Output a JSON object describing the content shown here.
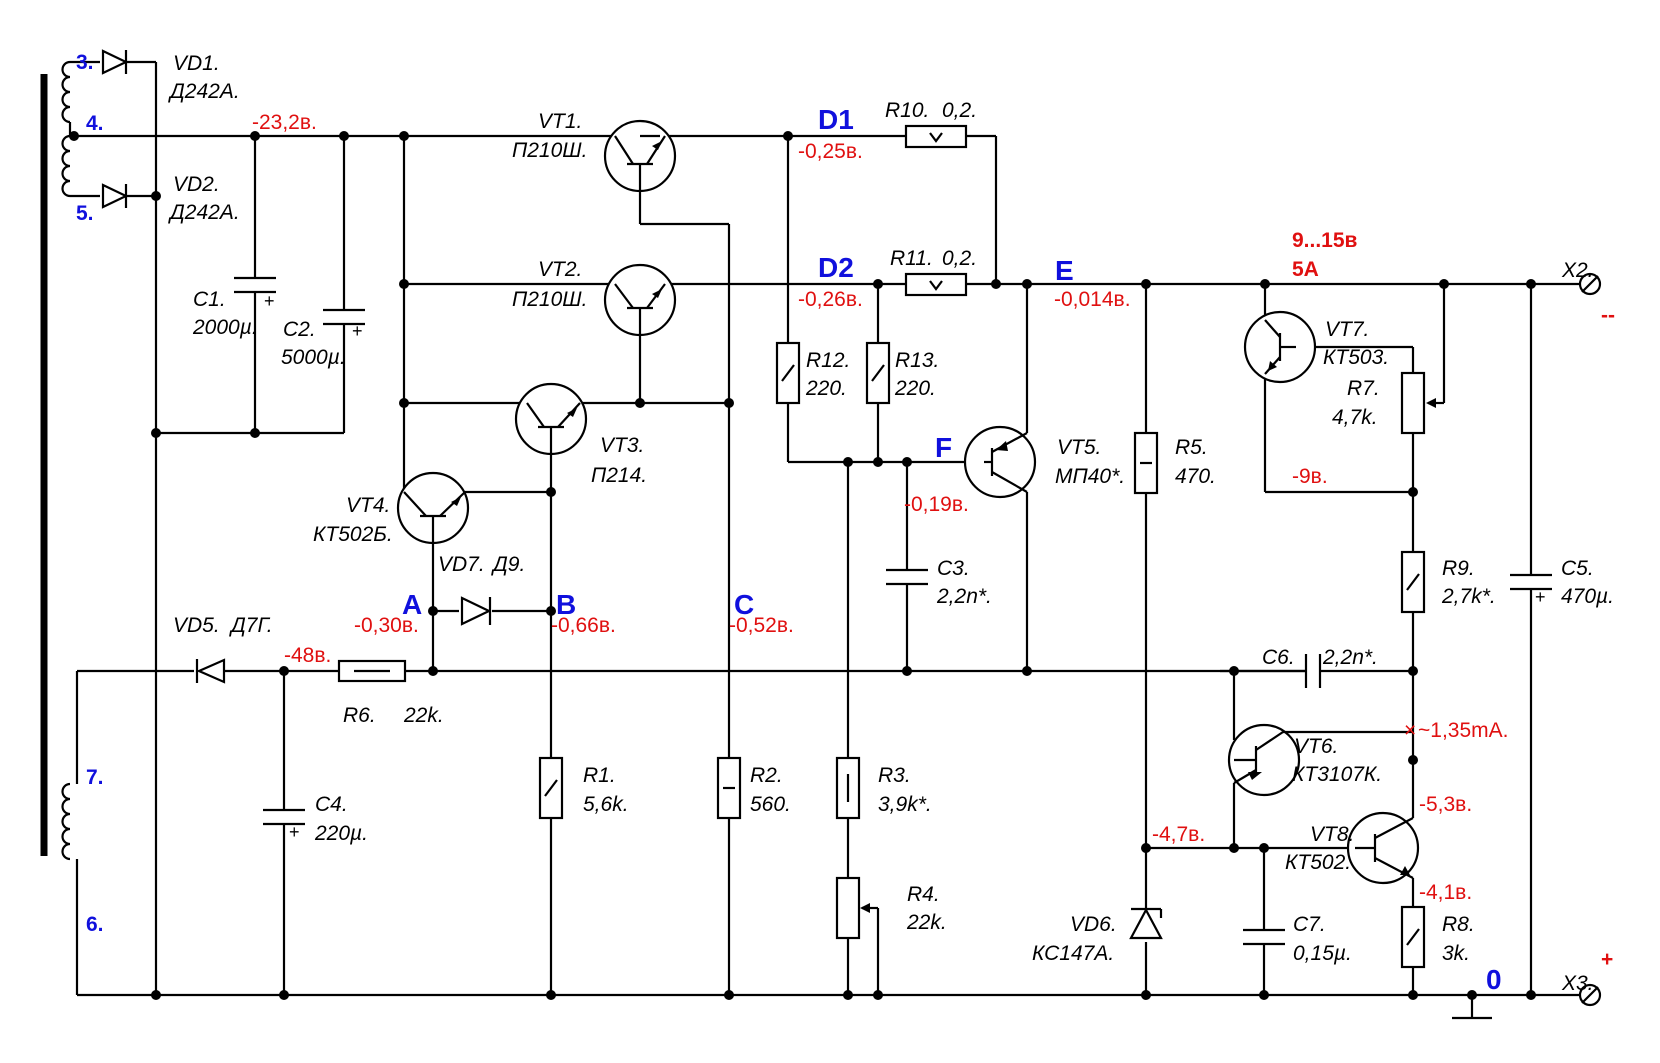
{
  "transformer": {
    "pin3": "3.",
    "pin4": "4.",
    "pin5": "5.",
    "pin7": "7.",
    "pin6": "6."
  },
  "components": {
    "VD1": [
      "VD1.",
      "Д242А."
    ],
    "VD2": [
      "VD2.",
      "Д242А."
    ],
    "VD5": [
      "VD5.",
      "Д7Г."
    ],
    "VD6": [
      "VD6.",
      "КС147А."
    ],
    "VD7": [
      "VD7.",
      "Д9."
    ],
    "C1": [
      "C1.",
      "2000µ."
    ],
    "C2": [
      "C2.",
      "5000µ."
    ],
    "C3": [
      "C3.",
      "2,2n*."
    ],
    "C4": [
      "C4.",
      "220µ."
    ],
    "C5": [
      "C5.",
      "470µ."
    ],
    "C6": [
      "C6.",
      "2,2n*."
    ],
    "C7": [
      "C7.",
      "0,15µ."
    ],
    "VT1": [
      "VT1.",
      "П210Ш."
    ],
    "VT2": [
      "VT2.",
      "П210Ш."
    ],
    "VT3": [
      "VT3.",
      "П214."
    ],
    "VT4": [
      "VT4.",
      "КТ502Б."
    ],
    "VT5": [
      "VT5.",
      "МП40*."
    ],
    "VT6": [
      "VT6.",
      "КТ3107К."
    ],
    "VT7": [
      "VT7.",
      "КТ503."
    ],
    "VT8": [
      "VT8.",
      "КТ502."
    ],
    "R1": [
      "R1.",
      "5,6k."
    ],
    "R2": [
      "R2.",
      "560."
    ],
    "R3": [
      "R3.",
      "3,9k*."
    ],
    "R4": [
      "R4.",
      "22k."
    ],
    "R5": [
      "R5.",
      "470."
    ],
    "R6": [
      "R6.",
      "22k."
    ],
    "R7": [
      "R7.",
      "4,7k."
    ],
    "R8": [
      "R8.",
      "3k."
    ],
    "R9": [
      "R9.",
      "2,7k*."
    ],
    "R10": [
      "R10.",
      "0,2."
    ],
    "R11": [
      "R11.",
      "0,2."
    ],
    "R12": [
      "R12.",
      "220."
    ],
    "R13": [
      "R13.",
      "220."
    ]
  },
  "nodes": {
    "A": "A",
    "B": "B",
    "C": "C",
    "D1": "D1",
    "D2": "D2",
    "E": "E",
    "F": "F",
    "zero": "0"
  },
  "voltages": {
    "v_rect": "-23,2в.",
    "v_D1": "-0,25в.",
    "v_D2": "-0,26в.",
    "v_E": "-0,014в.",
    "v_F": "-0,19в.",
    "v_A": "-0,30в.",
    "v_B": "-0,66в.",
    "v_C": "-0,52в.",
    "v_neg48": "-48в.",
    "v_vt7": "-9в.",
    "v_vd6": "-4,7в.",
    "v_vt8c": "-5,3в.",
    "v_vt8e": "-4,1в.",
    "i_ref": "~1,35mA."
  },
  "output": {
    "range": "9...15в",
    "current": "5А",
    "x2": "X2.",
    "x3": "X3.",
    "minus": "--",
    "plus": "+"
  },
  "polarity_mark": "+",
  "colors": {
    "wire": "#000000",
    "voltage": "#e01010",
    "node": "#1010dd",
    "background": "#ffffff"
  }
}
